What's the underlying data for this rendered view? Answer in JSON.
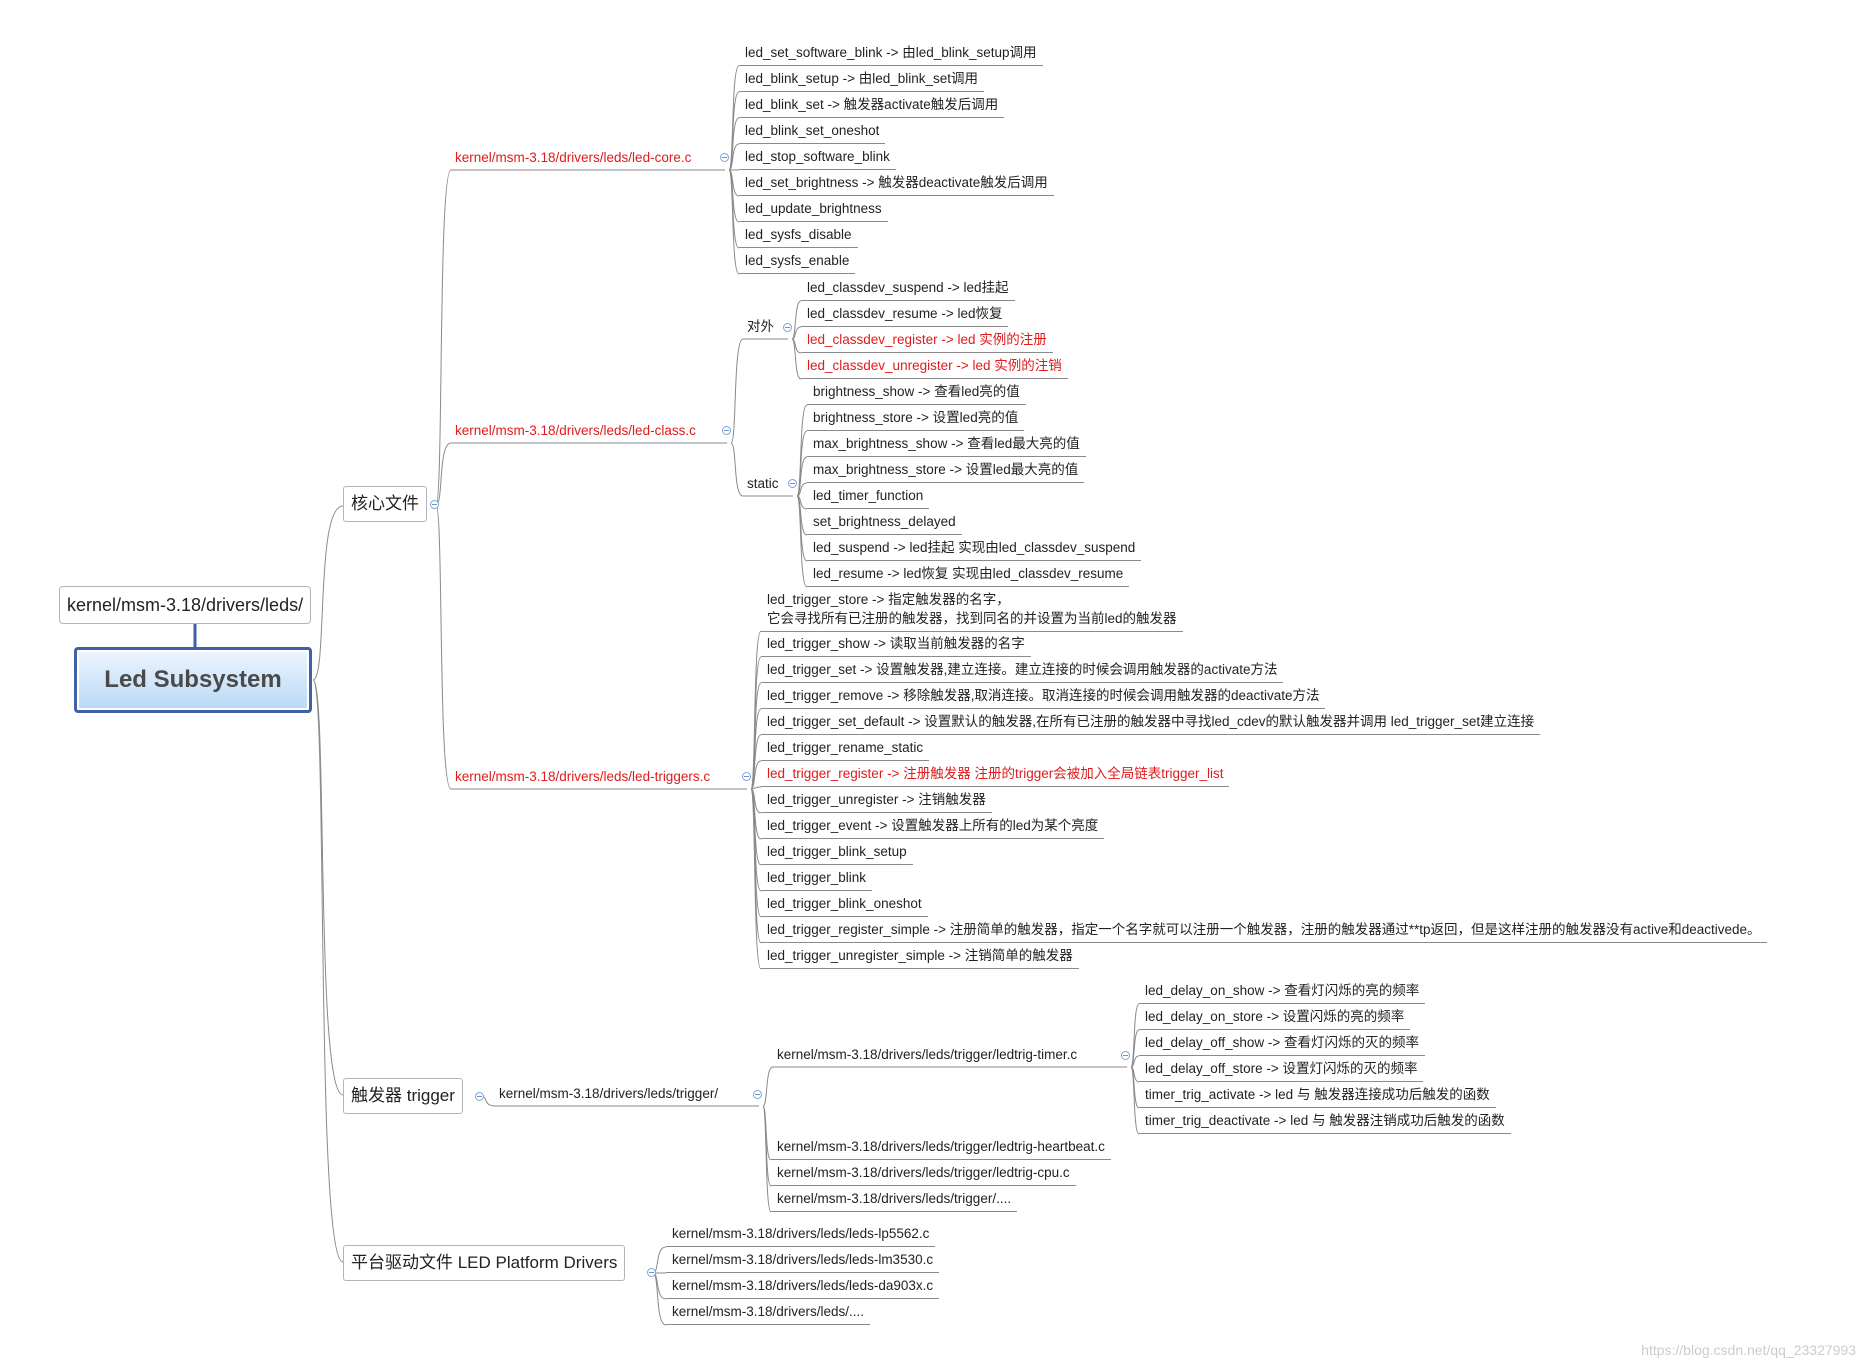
{
  "root": {
    "label": "Led Subsystem"
  },
  "parent": {
    "label": "kernel/msm-3.18/drivers/leds/"
  },
  "core": {
    "label": "核心文件",
    "led_core": {
      "label": "kernel/msm-3.18/drivers/leds/led-core.c",
      "items": [
        "led_set_software_blink -> 由led_blink_setup调用",
        "led_blink_setup -> 由led_blink_set调用",
        "led_blink_set -> 触发器activate触发后调用",
        "led_blink_set_oneshot",
        "led_stop_software_blink",
        "led_set_brightness -> 触发器deactivate触发后调用",
        "led_update_brightness",
        "led_sysfs_disable",
        "led_sysfs_enable"
      ]
    },
    "led_class": {
      "label": "kernel/msm-3.18/drivers/leds/led-class.c",
      "external": {
        "label": "对外",
        "items": [
          "led_classdev_suspend  -> led挂起",
          "led_classdev_resume -> led恢复",
          "led_classdev_register -> led 实例的注册",
          "led_classdev_unregister -> led 实例的注销"
        ]
      },
      "static": {
        "label": "static",
        "items": [
          "brightness_show -> 查看led亮的值",
          "brightness_store -> 设置led亮的值",
          "max_brightness_show -> 查看led最大亮的值",
          "max_brightness_store -> 设置led最大亮的值",
          "led_timer_function",
          "set_brightness_delayed",
          "led_suspend -> led挂起 实现由led_classdev_suspend",
          "led_resume -> led恢复 实现由led_classdev_resume"
        ]
      }
    },
    "led_triggers": {
      "label": "kernel/msm-3.18/drivers/leds/led-triggers.c",
      "first_line1": "led_trigger_store -> 指定触发器的名字，",
      "first_line2": "它会寻找所有已注册的触发器，找到同名的并设置为当前led的触发器",
      "items": [
        "led_trigger_show -> 读取当前触发器的名字",
        "led_trigger_set -> 设置触发器,建立连接。建立连接的时候会调用触发器的activate方法",
        "led_trigger_remove -> 移除触发器,取消连接。取消连接的时候会调用触发器的deactivate方法",
        "led_trigger_set_default -> 设置默认的触发器,在所有已注册的触发器中寻找led_cdev的默认触发器并调用 led_trigger_set建立连接",
        "led_trigger_rename_static",
        "led_trigger_register -> 注册触发器 注册的trigger会被加入全局链表trigger_list",
        "led_trigger_unregister -> 注销触发器",
        "led_trigger_event -> 设置触发器上所有的led为某个亮度",
        "led_trigger_blink_setup",
        "led_trigger_blink",
        "led_trigger_blink_oneshot",
        "led_trigger_register_simple -> 注册简单的触发器，指定一个名字就可以注册一个触发器，注册的触发器通过**tp返回，但是这样注册的触发器没有active和deactivede。",
        "led_trigger_unregister_simple -> 注销简单的触发器"
      ]
    }
  },
  "trigger": {
    "label": "触发器 trigger",
    "dir": {
      "label": "kernel/msm-3.18/drivers/leds/trigger/",
      "timer": {
        "label": "kernel/msm-3.18/drivers/leds/trigger/ledtrig-timer.c",
        "items": [
          "led_delay_on_show -> 查看灯闪烁的亮的频率",
          "led_delay_on_store -> 设置闪烁的亮的频率",
          "led_delay_off_show -> 查看灯闪烁的灭的频率",
          "led_delay_off_store -> 设置灯闪烁的灭的频率",
          "timer_trig_activate -> led 与 触发器连接成功后触发的函数",
          "timer_trig_deactivate -> led 与 触发器注销成功后触发的函数"
        ]
      },
      "others": [
        "kernel/msm-3.18/drivers/leds/trigger/ledtrig-heartbeat.c",
        "kernel/msm-3.18/drivers/leds/trigger/ledtrig-cpu.c",
        "kernel/msm-3.18/drivers/leds/trigger/...."
      ]
    }
  },
  "platform": {
    "label": "平台驱动文件  LED Platform Drivers",
    "items": [
      "kernel/msm-3.18/drivers/leds/leds-lp5562.c",
      "kernel/msm-3.18/drivers/leds/leds-lm3530.c",
      "kernel/msm-3.18/drivers/leds/leds-da903x.c",
      "kernel/msm-3.18/drivers/leds/...."
    ]
  },
  "watermark": "https://blog.csdn.net/qq_23327993",
  "colors": {
    "highlight": "#e01b1b",
    "root_border": "#3f61a8",
    "connector": "#8a8a8a"
  }
}
